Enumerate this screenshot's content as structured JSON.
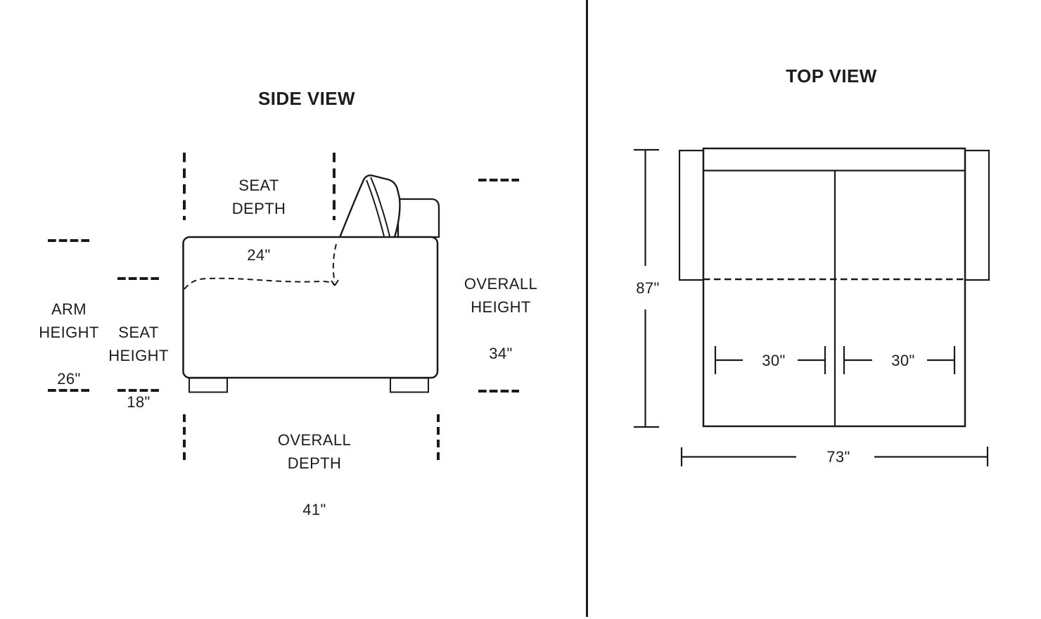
{
  "style": {
    "line_color": "#1a1a1a",
    "background": "#ffffff"
  },
  "side_view": {
    "title": "SIDE VIEW",
    "annotations": {
      "seat_depth": {
        "label": "SEAT\nDEPTH",
        "value": "24\""
      },
      "arm_height": {
        "label": "ARM\nHEIGHT",
        "value": "26\""
      },
      "seat_height": {
        "label": "SEAT\nHEIGHT",
        "value": "18\""
      },
      "overall_height": {
        "label": "OVERALL\nHEIGHT",
        "value": "34\""
      },
      "overall_depth": {
        "label": "OVERALL\nDEPTH",
        "value": "41\""
      }
    }
  },
  "top_view": {
    "title": "TOP VIEW",
    "dimensions": {
      "overall_width": "87\"",
      "seat_width_left": "30\"",
      "seat_width_right": "30\"",
      "overall_length": "73\""
    }
  }
}
